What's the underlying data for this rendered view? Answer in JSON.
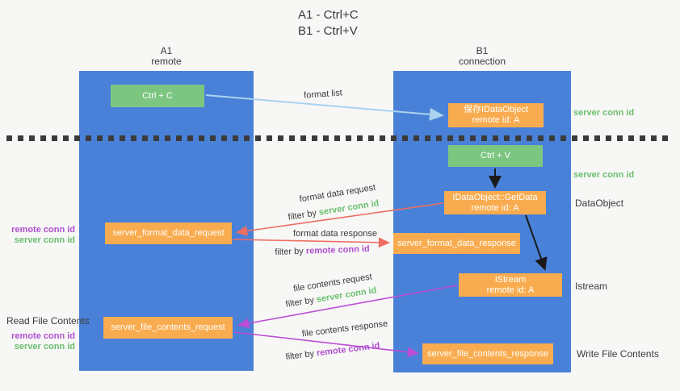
{
  "title": {
    "line1": "A1 - Ctrl+C",
    "line2": "B1 - Ctrl+V"
  },
  "columns": {
    "left": {
      "id": "A1",
      "role": "remote"
    },
    "right": {
      "id": "B1",
      "role": "connection"
    }
  },
  "nodes": {
    "ctrl_c": "Ctrl + C",
    "ctrl_v": "Ctrl + V",
    "save_dataobject": {
      "line1": "保存IDataObject",
      "line2": "remote id: A"
    },
    "getdata": {
      "line1": "IDataObject::GetData",
      "line2": "remote id: A"
    },
    "istream": {
      "line1": "IStream",
      "line2": "remote id: A"
    },
    "format_request": "server_format_data_request",
    "format_response": "server_format_data_response",
    "file_request": "server_file_contents_request",
    "file_response": "server_file_contents_response"
  },
  "flow_labels": {
    "format_list": "format list",
    "format_data_request": "format data request",
    "format_data_response": "format data response",
    "file_contents_request": "file contents request",
    "file_contents_response": "file contents response",
    "filter_by": "filter by"
  },
  "side_labels": {
    "server_conn_id": "server conn id",
    "remote_conn_id": "remote conn id",
    "dataobject": "DataObject",
    "istream": "Istream",
    "read_file_contents": "Read File Contents",
    "write_file_contents": "Write File Contents"
  },
  "colors": {
    "lifeline_blue": "#4a81d8",
    "node_orange": "#f9ac4f",
    "node_green": "#7dc682",
    "text_green": "#6abf6e",
    "text_purple": "#b04fd0",
    "arrow_red": "#ee6e62",
    "arrow_purple": "#bb4ed4",
    "arrow_lightblue": "#a9d2ee",
    "arrow_black": "#1a1a1a",
    "background": "#f7f7f6"
  }
}
